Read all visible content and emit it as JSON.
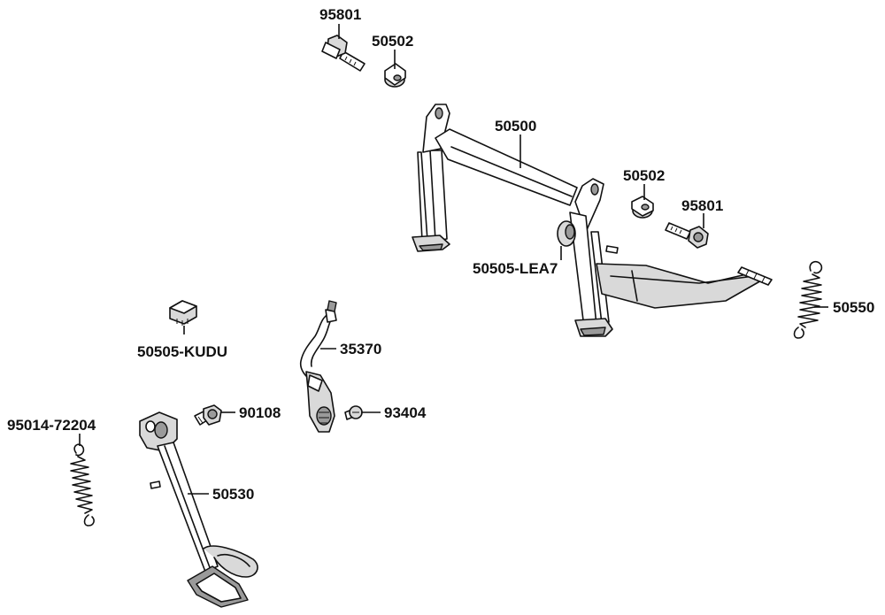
{
  "labels": {
    "bolt_top": "95801",
    "collar_top": "50502",
    "main_stand": "50500",
    "collar_right": "50502",
    "bolt_right": "95801",
    "bushing": "50505-LEA7",
    "spring_right": "50550",
    "rubber_stopper": "50505-KUDU",
    "side_switch": "35370",
    "pivot_bolt": "90108",
    "switch_screw": "93404",
    "spring_left": "95014-72204",
    "side_stand": "50530"
  }
}
